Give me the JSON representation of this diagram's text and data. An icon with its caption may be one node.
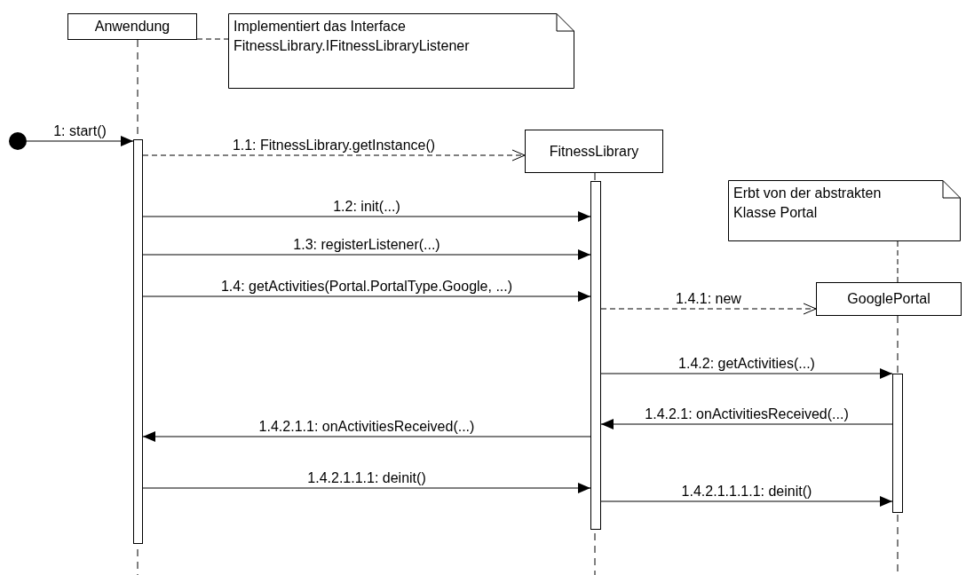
{
  "diagram": {
    "nodes": [
      {
        "text": [
          "Anwendung"
        ]
      },
      {
        "text": [
          "Implementiert das Interface FitnessLibrary.IFitnessLibraryListener"
        ]
      },
      {
        "text": [],
        "shape": "circle"
      },
      {
        "text": [],
        "shape": "bar"
      },
      {
        "text": [
          "FitnessLibrary"
        ]
      },
      {
        "text": [],
        "shape": "bar"
      },
      {
        "text": [
          "Erbt von der abstrakten Klasse Portal"
        ]
      },
      {
        "text": [
          "GooglePortal"
        ]
      },
      {
        "text": [],
        "shape": "bar"
      }
    ],
    "edges": [
      {
        "from": 0,
        "to": 1,
        "arrow": "none",
        "style": "dashed"
      },
      {
        "from": 2,
        "to": 3,
        "arrow": "to",
        "label": "1: start()"
      },
      {
        "from": 3,
        "to": 4,
        "arrow": "to",
        "style": "dashed",
        "label": "1.1: FitnessLibrary.getInstance()"
      },
      {
        "from": 3,
        "to": 5,
        "arrow": "to",
        "label": "1.2: init(...)"
      },
      {
        "from": 3,
        "to": 5,
        "arrow": "to",
        "label": "1.3: registerListener(...)"
      },
      {
        "from": 3,
        "to": 5,
        "arrow": "to",
        "label": "1.4: getActivities(Portal.PortalType.Google, ...)"
      },
      {
        "from": 6,
        "to": 7,
        "arrow": "none",
        "style": "dashed"
      },
      {
        "from": 5,
        "to": 7,
        "arrow": "to",
        "style": "dashed",
        "label": "1.4.1: new"
      },
      {
        "from": 5,
        "to": 8,
        "arrow": "to",
        "label": "1.4.2: getActivities(...)"
      },
      {
        "from": 8,
        "to": 5,
        "arrow": "to",
        "label": "1.4.2.1: onActivitiesReceived(...)"
      },
      {
        "from": 5,
        "to": 3,
        "arrow": "to",
        "label": "1.4.2.1.1: onActivitiesReceived(...)"
      },
      {
        "from": 3,
        "to": 5,
        "arrow": "to",
        "label": "1.4.2.1.1.1: deinit()"
      },
      {
        "from": 5,
        "to": 8,
        "arrow": "to",
        "label": "1.4.2.1.1.1.1: deinit()"
      }
    ]
  }
}
